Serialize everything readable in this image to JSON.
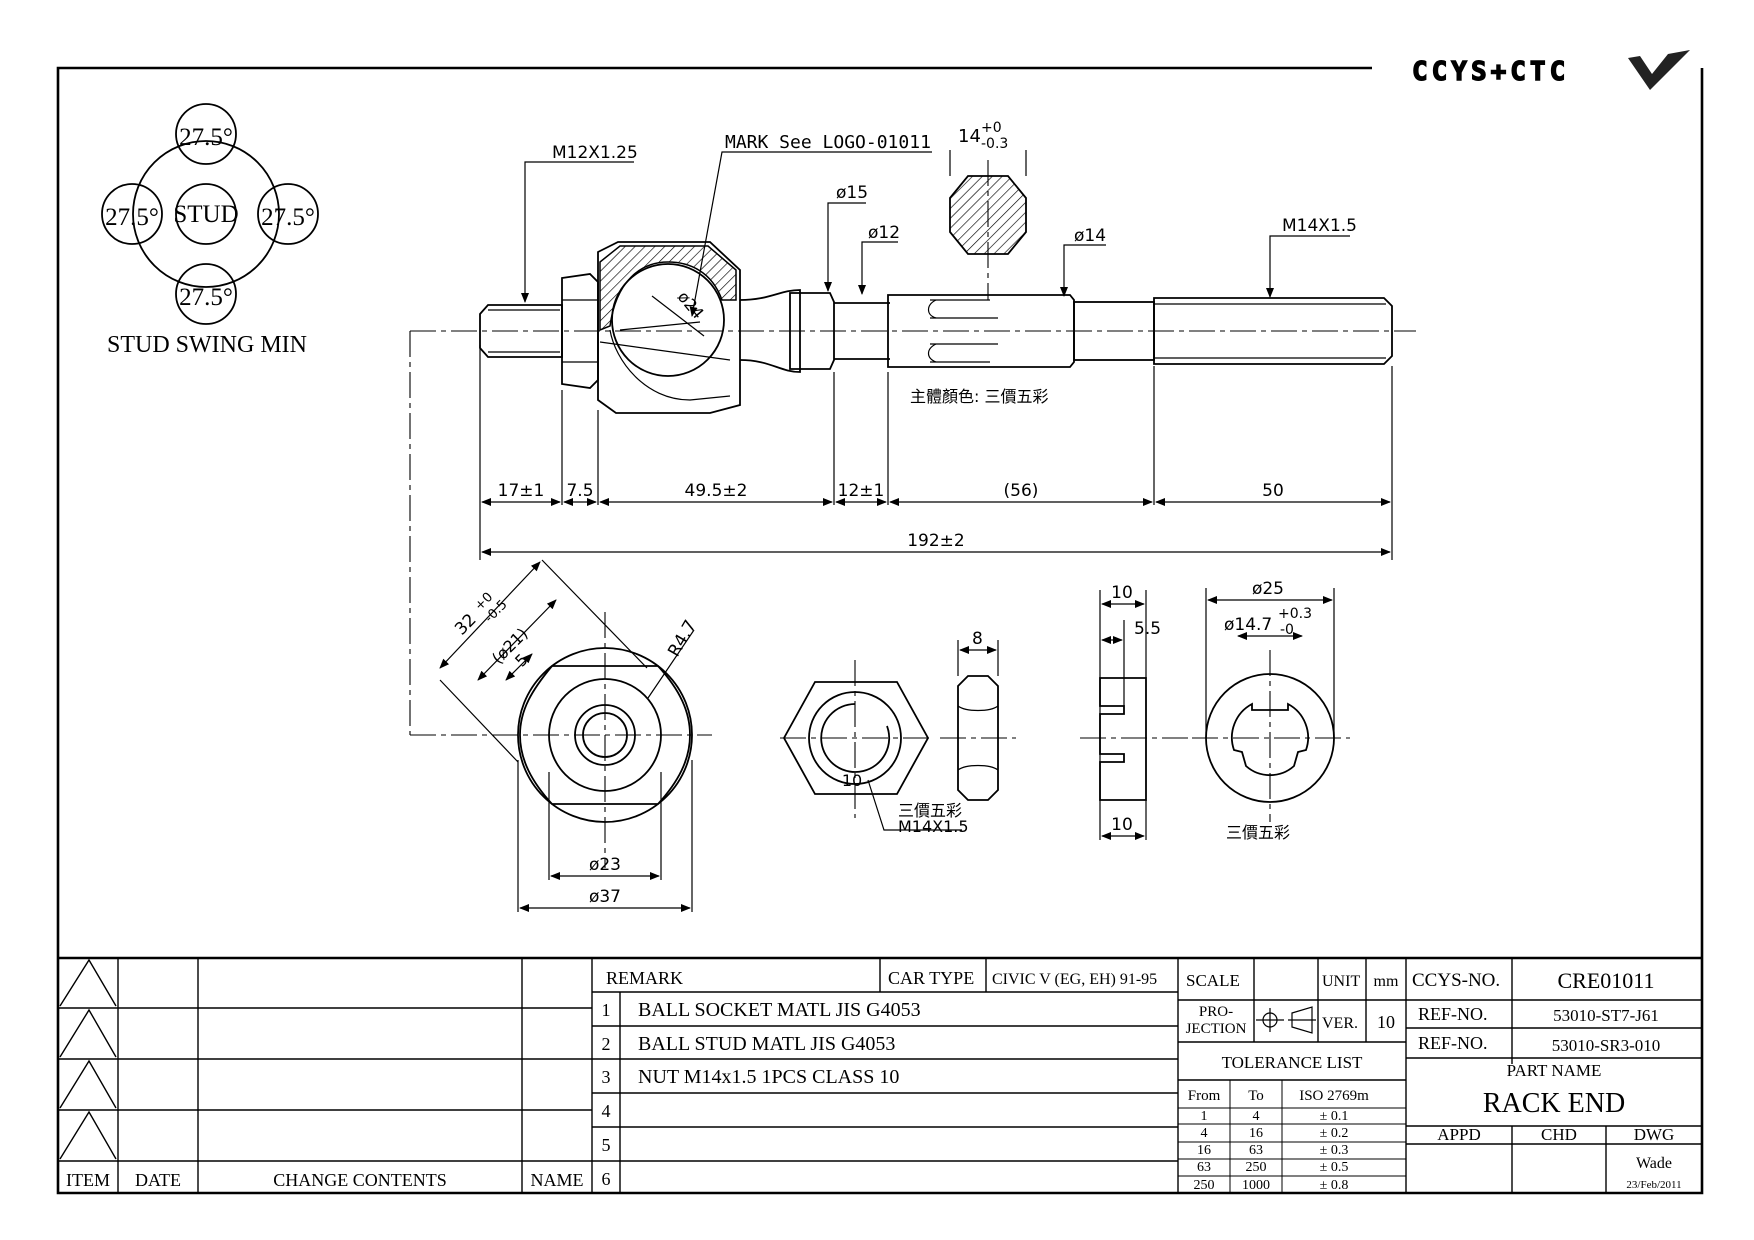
{
  "logo": {
    "text": "CCYS+CTC"
  },
  "swing_diagram": {
    "center_label": "STUD",
    "angles": [
      "27.5°",
      "27.5°",
      "27.5°",
      "27.5°"
    ],
    "caption": "STUD SWING MIN"
  },
  "callouts": {
    "thread_left": "M12X1.25",
    "mark": "MARK See LOGO-01011",
    "flat_tol": "14",
    "flat_tol_up": "+0",
    "flat_tol_down": "-0.3",
    "dia15": "ø15",
    "dia12": "ø12",
    "dia14": "ø14",
    "dia24": "ø24",
    "thread_right": "M14X1.5",
    "body_color": "主體顏色: 三價五彩"
  },
  "dimensions": {
    "d17": "17±1",
    "d7_5": "7.5",
    "d49_5": "49.5±2",
    "d12": "12±1",
    "d56": "(56)",
    "d50": "50",
    "d192": "192±2",
    "d32": "32",
    "d32_tol_up": "+0",
    "d32_tol_down": "-0.5",
    "d21": "(ø21)",
    "d5": "5",
    "r4_7": "R4.7",
    "d23": "ø23",
    "d37": "ø37",
    "nut_10": "10",
    "nut_8": "8",
    "nut_finish": "三價五彩",
    "nut_thread": "M14X1.5",
    "w10_top": "10",
    "w5_5": "5.5",
    "w10_bottom": "10",
    "dia25": "ø25",
    "dia14_7": "ø14.7",
    "dia14_7_up": "+0.3",
    "dia14_7_down": "-0",
    "washer_finish": "三價五彩"
  },
  "revision_table": {
    "headers": {
      "item": "ITEM",
      "date": "DATE",
      "contents": "CHANGE CONTENTS",
      "name": "NAME"
    }
  },
  "remark": {
    "header": "REMARK",
    "car_type_label": "CAR TYPE",
    "car_type_value": "CIVIC V (EG, EH) 91-95",
    "rows": [
      {
        "no": "1",
        "text": "BALL SOCKET MATL JIS G4053"
      },
      {
        "no": "2",
        "text": "BALL STUD MATL JIS G4053"
      },
      {
        "no": "3",
        "text": "NUT M14x1.5 1PCS CLASS 10"
      },
      {
        "no": "4",
        "text": ""
      },
      {
        "no": "5",
        "text": ""
      },
      {
        "no": "6",
        "text": ""
      }
    ]
  },
  "title_block": {
    "scale_label": "SCALE",
    "scale_value": "",
    "unit_label": "UNIT",
    "unit_value": "mm",
    "projection_label_1": "PRO-",
    "projection_label_2": "JECTION",
    "ver_label": "VER.",
    "ver_value": "10",
    "tolerance_title": "TOLERANCE LIST",
    "tol_headers": {
      "from": "From",
      "to": "To",
      "iso": "ISO 2769m"
    },
    "tol_rows": [
      {
        "from": "1",
        "to": "4",
        "tol": "± 0.1"
      },
      {
        "from": "4",
        "to": "16",
        "tol": "± 0.2"
      },
      {
        "from": "16",
        "to": "63",
        "tol": "± 0.3"
      },
      {
        "from": "63",
        "to": "250",
        "tol": "± 0.5"
      },
      {
        "from": "250",
        "to": "1000",
        "tol": "± 0.8"
      }
    ],
    "ccys_no_label": "CCYS-NO.",
    "ccys_no_value": "CRE01011",
    "ref_no_label_1": "REF-NO.",
    "ref_no_value_1": "53010-ST7-J61",
    "ref_no_label_2": "REF-NO.",
    "ref_no_value_2": "53010-SR3-010",
    "part_name_label": "PART NAME",
    "part_name_value": "RACK END",
    "appd_label": "APPD",
    "chd_label": "CHD",
    "dwg_label": "DWG",
    "dwg_name": "Wade",
    "dwg_date": "23/Feb/2011"
  }
}
